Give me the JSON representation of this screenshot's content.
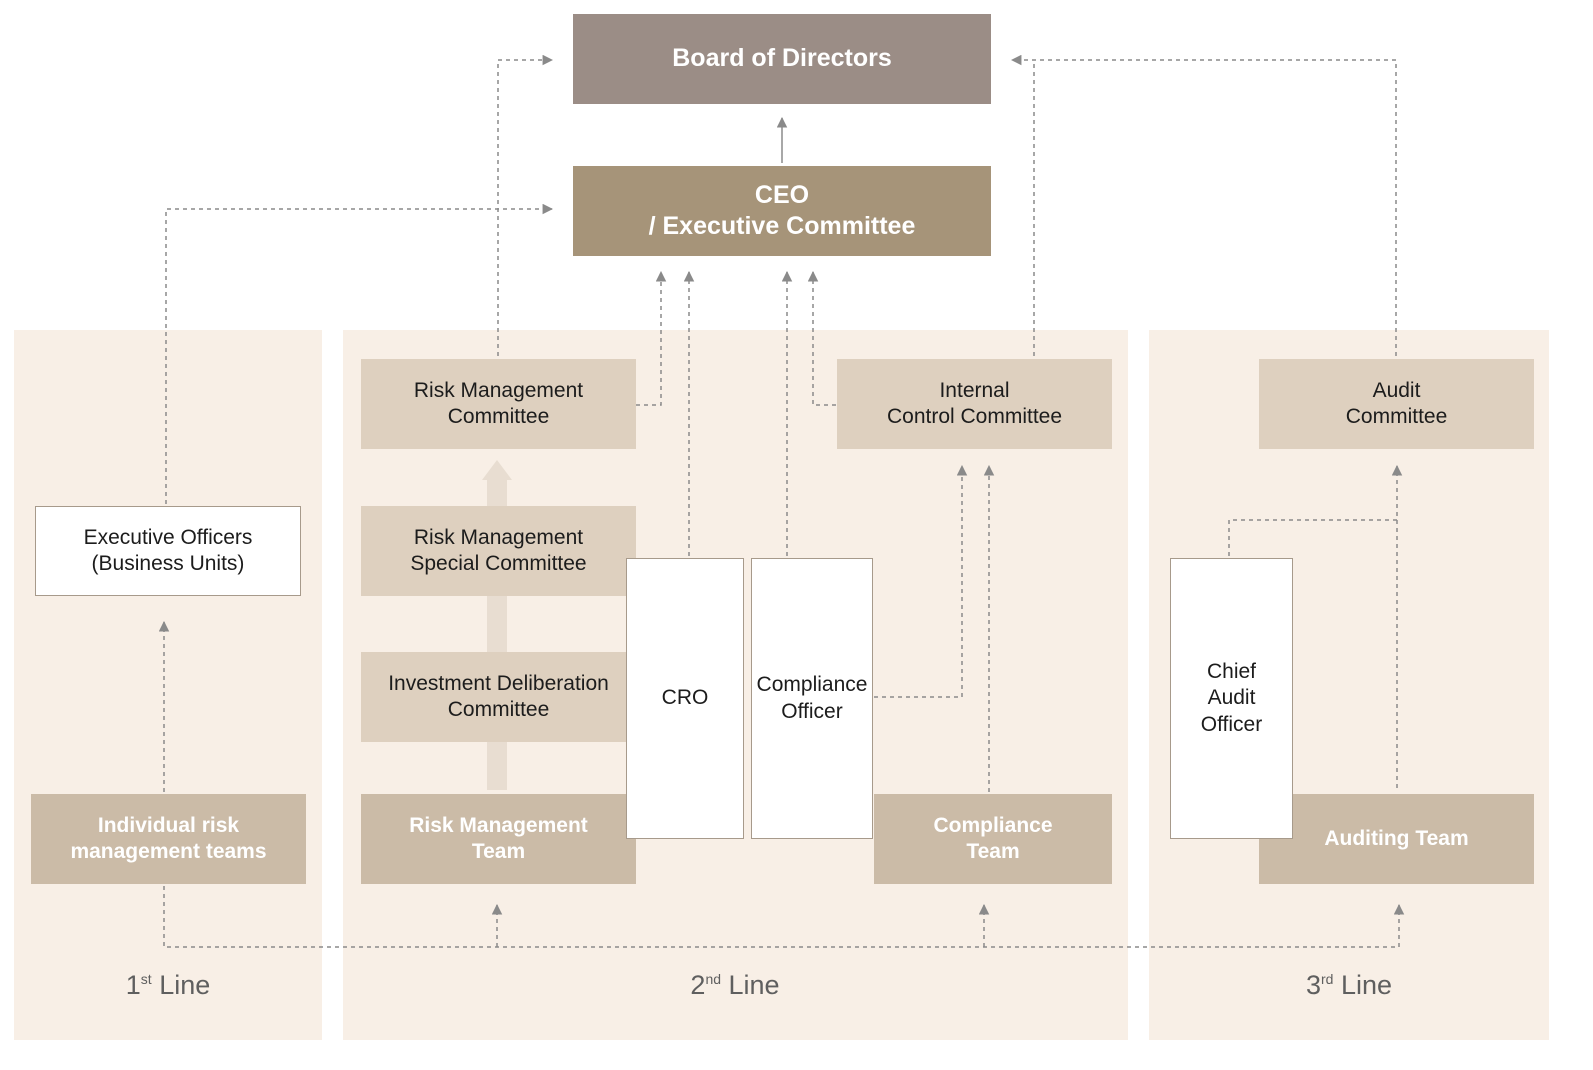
{
  "colors": {
    "board_fill": "#9b8d86",
    "ceo_fill": "#a69479",
    "committee_fill": "#ded0bf",
    "team_fill": "#cbbba7",
    "panel_fill": "#f8efe6",
    "arrow": "#8a8a8a"
  },
  "board": {
    "label": "Board of Directors"
  },
  "ceo": {
    "label": "CEO\n/ Executive Committee"
  },
  "line1": {
    "executive_officers": "Executive Officers\n(Business Units)",
    "individual_teams": "Individual risk\nmanagement teams",
    "label_num": "1",
    "label_sup": "st",
    "label_word": "Line"
  },
  "line2": {
    "risk_committee": "Risk Management\nCommittee",
    "special_committee": "Risk Management\nSpecial Committee",
    "investment_committee": "Investment Deliberation\nCommittee",
    "risk_team": "Risk Management\nTeam",
    "cro": "CRO",
    "compliance_officer": "Compliance\nOfficer",
    "internal_control": "Internal\nControl Committee",
    "compliance_team": "Compliance\nTeam",
    "label_num": "2",
    "label_sup": "nd",
    "label_word": "Line"
  },
  "line3": {
    "audit_committee": "Audit\nCommittee",
    "chief_audit": "Chief\nAudit\nOfficer",
    "auditing_team": "Auditing Team",
    "label_num": "3",
    "label_sup": "rd",
    "label_word": "Line"
  }
}
